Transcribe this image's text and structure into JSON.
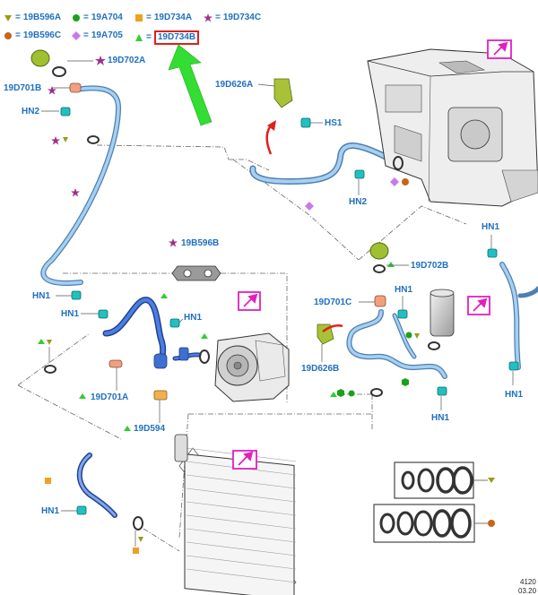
{
  "legend": [
    {
      "symbol": "triangle-down",
      "color": "#9a9a1a",
      "code": "19B596A"
    },
    {
      "symbol": "circle",
      "color": "#1aa11a",
      "code": "19A704"
    },
    {
      "symbol": "square",
      "color": "#f0a020",
      "code": "19D734A"
    },
    {
      "symbol": "star",
      "color": "#a0308a",
      "code": "19D734C"
    },
    {
      "symbol": "circle",
      "color": "#c86418",
      "code": "19B596C"
    },
    {
      "symbol": "diamond",
      "color": "#c77be6",
      "code": "19A705"
    },
    {
      "symbol": "triangle-up",
      "color": "#33cc33",
      "code": "19D734B",
      "highlighted": true
    }
  ],
  "labels": {
    "l_19D702A_top": "19D702A",
    "l_19D701B": "19D701B",
    "l_HN2_top": "HN2",
    "l_19D626A": "19D626A",
    "l_HS1": "HS1",
    "l_HN2_mid": "HN2",
    "l_19B596B": "19B596B",
    "l_HN1_a": "HN1",
    "l_HN1_b": "HN1",
    "l_HN1_c": "HN1",
    "l_19D701A": "19D701A",
    "l_19D594": "19D594",
    "l_19D702B": "19D702B",
    "l_19D701C": "19D701C",
    "l_HN1_d": "HN1",
    "l_19D626B": "19D626B",
    "l_HN1_e": "HN1",
    "l_HN1_right1": "HN1",
    "l_HN1_right2": "HN1",
    "l_HN1_f": "HN1"
  },
  "footer": {
    "code": "4120",
    "date": "03.20"
  },
  "colors": {
    "label_blue": "#1f6fc0",
    "pipe_light": "#8fc2e8",
    "pipe_dark": "#3f6fd0",
    "highlight_red": "#e0201a",
    "arrow_green": "#33dd33",
    "magenta_box": "#e020c0"
  }
}
